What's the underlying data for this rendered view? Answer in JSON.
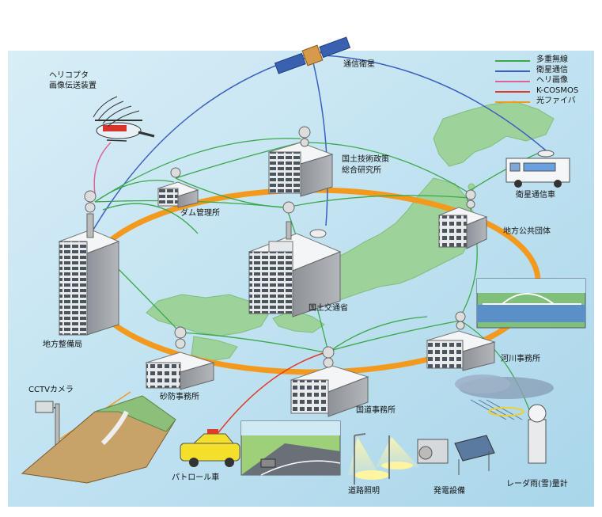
{
  "legend": {
    "items": [
      {
        "label": "多重無線",
        "color": "#3aa84a"
      },
      {
        "label": "衛星通信",
        "color": "#3b5fbf"
      },
      {
        "label": "ヘリ画像",
        "color": "#e0609a"
      },
      {
        "label": "K-COSMOS",
        "color": "#e03a2a"
      },
      {
        "label": "光ファイバ",
        "color": "#f39a1e"
      }
    ]
  },
  "labels": {
    "satellite": "通信衛星",
    "helicopter_1": "ヘリコプタ",
    "helicopter_2": "画像伝送装置",
    "research_1": "国土技術政策",
    "research_2": "総合研究所",
    "sat_truck": "衛星通信車",
    "dam": "ダム管理所",
    "local_gov": "地方公共団体",
    "ministry": "国土交通省",
    "regional": "地方整備局",
    "river": "河川事務所",
    "cctv": "CCTVカメラ",
    "sabo": "砂防事務所",
    "road_office": "国道事務所",
    "patrol": "パトロール車",
    "lighting": "道路照明",
    "power": "発電設備",
    "radar": "レーダ雨(雪)量計"
  },
  "colors": {
    "background": "#cfe9f4",
    "land": "#9dd29a",
    "fiber": "#f39a1e",
    "radio": "#3aa84a",
    "satellite": "#3b5fbf",
    "heli": "#e0609a",
    "kcosmos": "#e03a2a"
  }
}
